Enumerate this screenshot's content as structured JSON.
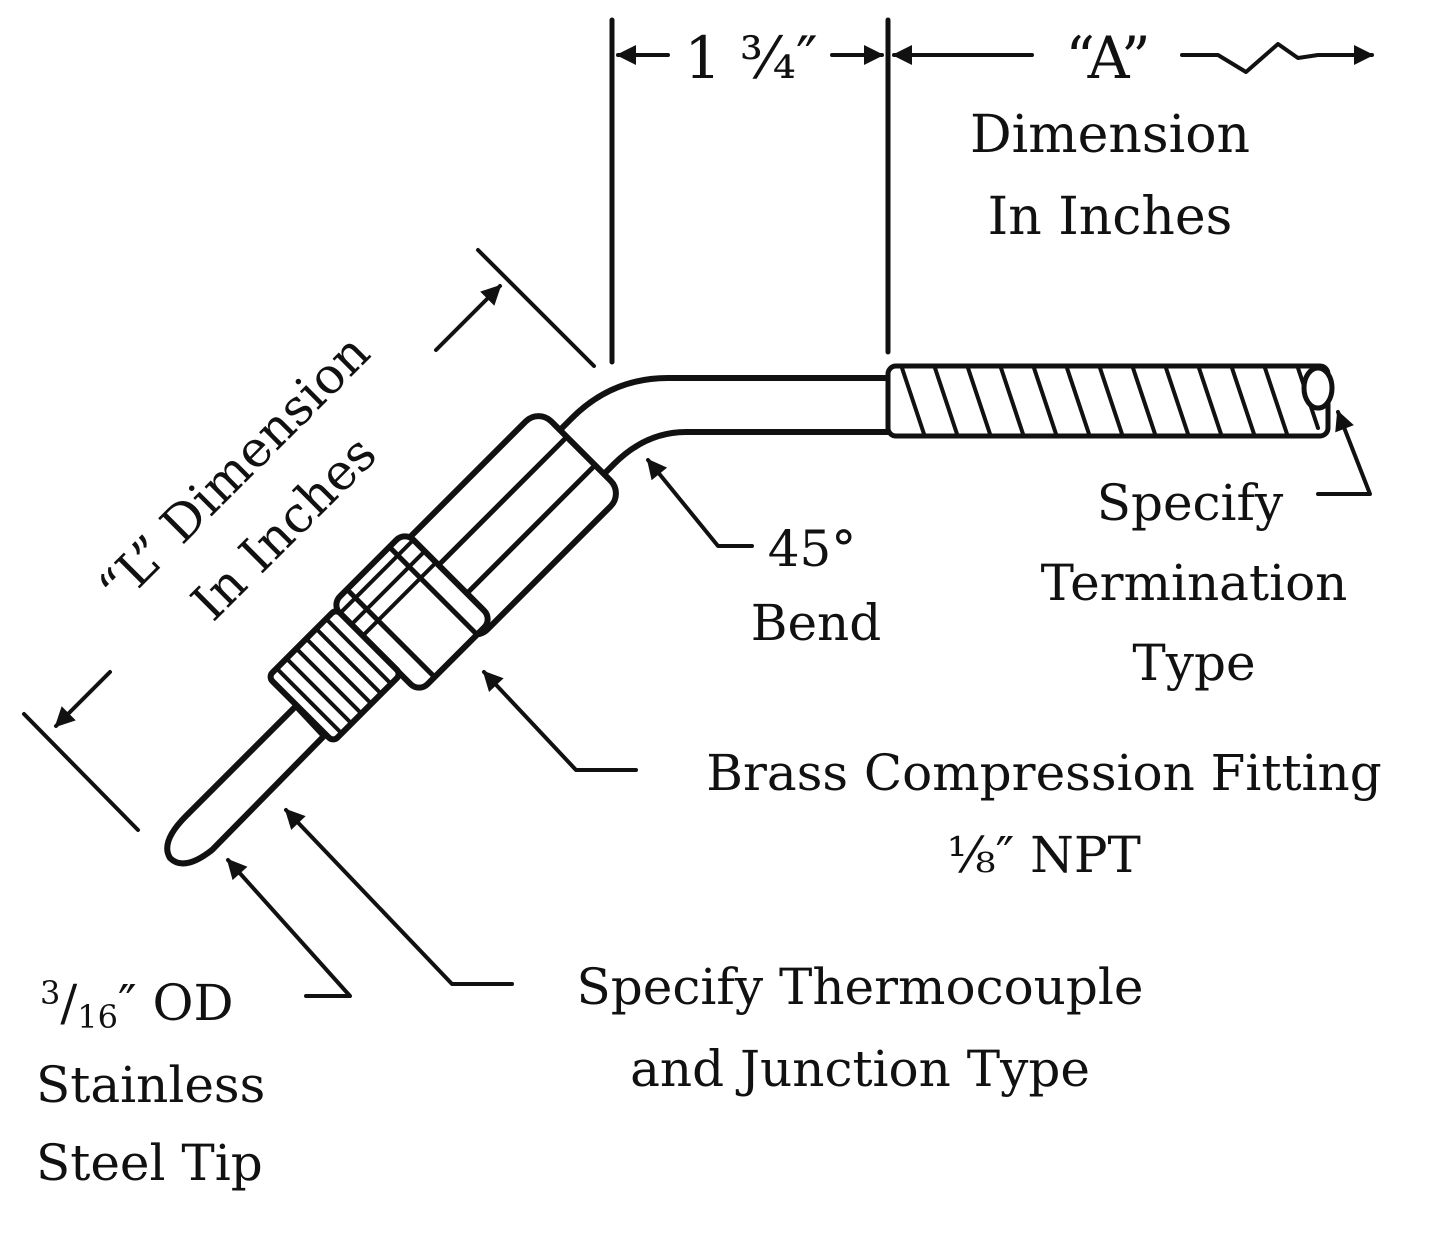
{
  "colors": {
    "ink": "#111111",
    "background": "#ffffff",
    "metal_fill": "#ffffff"
  },
  "dimension_top": {
    "fraction_value": "1 ¾″",
    "a_value": "“A”",
    "a_caption_line1": "Dimension",
    "a_caption_line2": "In Inches"
  },
  "dimension_side": {
    "line1": "“L” Dimension",
    "line2": "In Inches"
  },
  "bend": {
    "line1": "45°",
    "line2": "Bend"
  },
  "termination": {
    "line1": "Specify",
    "line2": "Termination",
    "line3": "Type"
  },
  "fitting": {
    "line1": "Brass Compression Fitting",
    "line2": "⅛″ NPT"
  },
  "thermocouple": {
    "line1": "Specify Thermocouple",
    "line2": "and Junction Type"
  },
  "tip": {
    "fraction_num": "3",
    "fraction_den": "16",
    "line1_rest": "″ OD",
    "line2": "Stainless",
    "line3": "Steel Tip"
  }
}
